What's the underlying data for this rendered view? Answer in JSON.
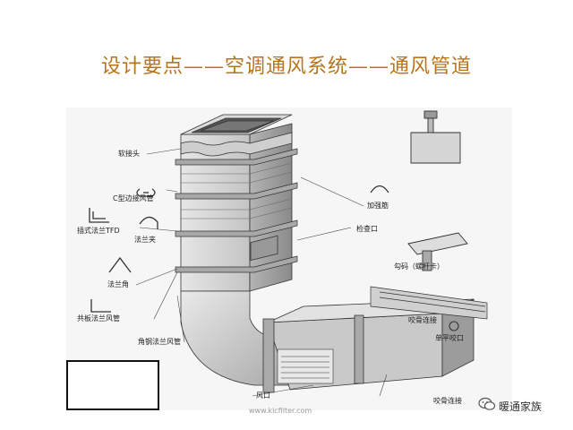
{
  "title": "设计要点——空调通风系统——通风管道",
  "labels": {
    "soft_joint": "软接头",
    "c_flange_duct": "C型边接风管",
    "insert_flange_tfd": "插式法兰TFD",
    "flange_clip": "法兰夹",
    "flange_angle": "法兰角",
    "common_plate_flange_duct": "共板法兰风管",
    "angle_steel_flange_duct": "角钢法兰风管",
    "stiffener": "加强筋",
    "inspection_port": "检查口",
    "hook_code": "勾码（螺杆卡）",
    "snap_joint": "咬骨连接",
    "single_flat_seam": "单平咬口",
    "air_outlet": "风口",
    "snap_joint_2": "咬骨连接"
  },
  "watermark": "www.klcfilter.com",
  "logo_text": "暖通家族",
  "colors": {
    "title": "#b8741a",
    "duct_light": "#dcdcdc",
    "duct_mid": "#bdbdbd",
    "duct_dark": "#8e8e8e",
    "outline": "#333333"
  }
}
